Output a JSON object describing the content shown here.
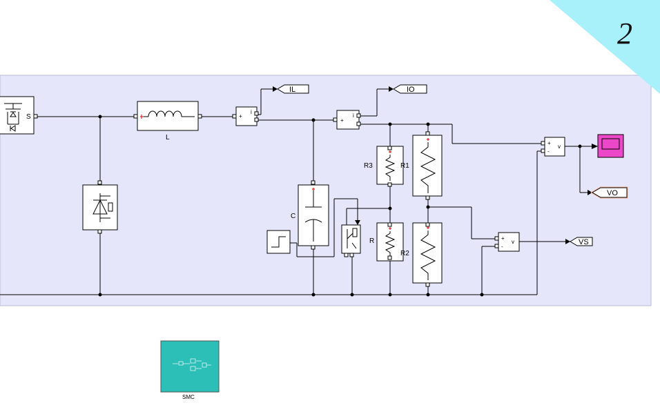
{
  "page_number": "2",
  "colors": {
    "subsystem_bg": "#e6e6fa",
    "corner_fold": "#a8f0fa",
    "scope": "#ec47c8",
    "smc_block": "#2bbfb7",
    "tag_highlight": "#f0b090"
  },
  "blocks": {
    "switch_port": "S",
    "inductor": "L",
    "capacitor": "C",
    "resistor": "R",
    "resistor_1": "R1",
    "resistor_2": "R2",
    "resistor_3": "R3",
    "current_sensor": "i",
    "voltage_sensor": "v",
    "plus": "+",
    "minus": "-",
    "subsystem": "SMC"
  },
  "goto_tags": {
    "il": "IL",
    "io": "IO",
    "vo": "VO",
    "vs": "VS"
  }
}
